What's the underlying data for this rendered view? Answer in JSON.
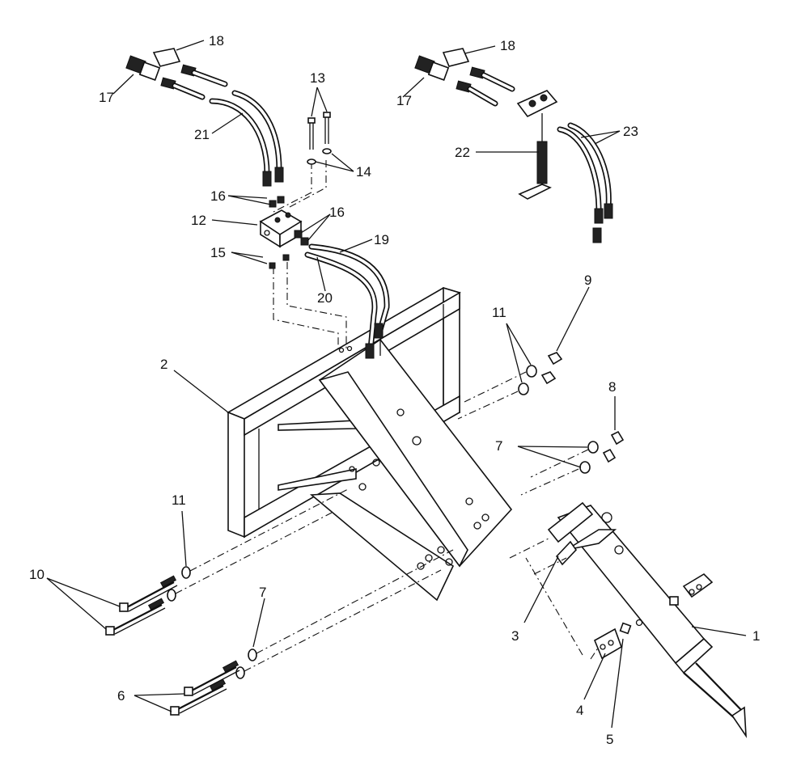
{
  "diagram": {
    "callouts": [
      {
        "id": "c1",
        "text": "1"
      },
      {
        "id": "c2",
        "text": "2"
      },
      {
        "id": "c3",
        "text": "3"
      },
      {
        "id": "c4",
        "text": "4"
      },
      {
        "id": "c5",
        "text": "5"
      },
      {
        "id": "c6",
        "text": "6"
      },
      {
        "id": "c7a",
        "text": "7"
      },
      {
        "id": "c7b",
        "text": "7"
      },
      {
        "id": "c8",
        "text": "8"
      },
      {
        "id": "c9",
        "text": "9"
      },
      {
        "id": "c10",
        "text": "10"
      },
      {
        "id": "c11a",
        "text": "11"
      },
      {
        "id": "c11b",
        "text": "11"
      },
      {
        "id": "c12",
        "text": "12"
      },
      {
        "id": "c13",
        "text": "13"
      },
      {
        "id": "c14",
        "text": "14"
      },
      {
        "id": "c15",
        "text": "15"
      },
      {
        "id": "c16a",
        "text": "16"
      },
      {
        "id": "c16b",
        "text": "16"
      },
      {
        "id": "c17a",
        "text": "17"
      },
      {
        "id": "c17b",
        "text": "17"
      },
      {
        "id": "c18a",
        "text": "18"
      },
      {
        "id": "c18b",
        "text": "18"
      },
      {
        "id": "c19",
        "text": "19"
      },
      {
        "id": "c20",
        "text": "20"
      },
      {
        "id": "c21",
        "text": "21"
      },
      {
        "id": "c22",
        "text": "22"
      },
      {
        "id": "c23",
        "text": "23"
      }
    ]
  }
}
